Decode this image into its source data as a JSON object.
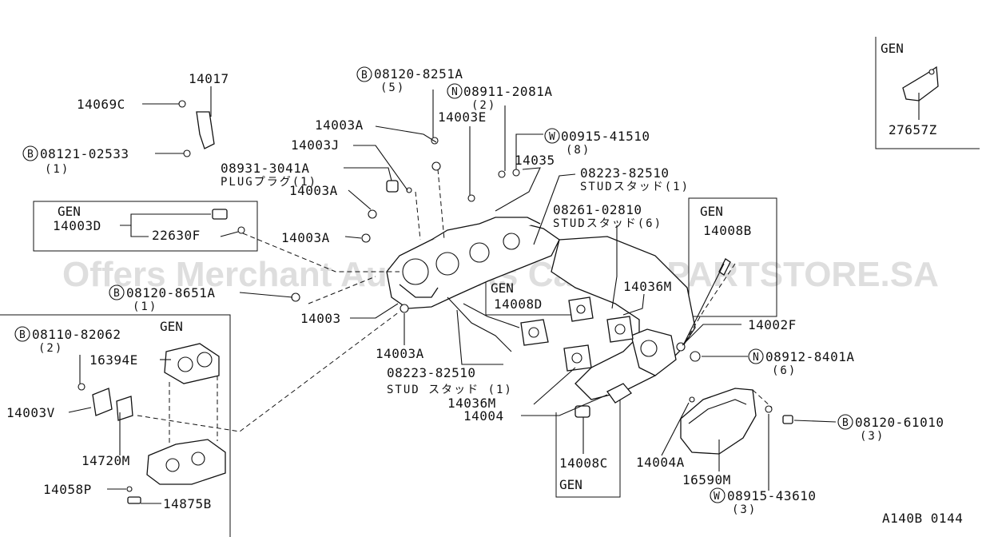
{
  "watermark": "Offers Merchant Auto Parts Catalog PARTSTORE.SA",
  "figure_code": "A140B 0144",
  "gen_label": "GEN",
  "callouts": {
    "c14017": "14017",
    "c14069C": "14069C",
    "c08121_02533": "08121-02533",
    "q08121_02533": "(1)",
    "c14003A_1": "14003A",
    "c14003J": "14003J",
    "c08931_3041A": "08931-3041A",
    "plug": "PLUGプラグ(1)",
    "c08120_8251A": "08120-8251A",
    "q08120_8251A": "(5)",
    "c08911_2081A": "08911-2081A",
    "q08911_2081A": "(2)",
    "c14003E": "14003E",
    "c00915_41510": "00915-41510",
    "q00915_41510": "(8)",
    "c14035": "14035",
    "c08223_82510_a": "08223-82510",
    "stud_a": "STUDスタッド(1)",
    "c08261_02810": "08261-02810",
    "stud_b": "STUDスタッド(6)",
    "c14003D": "14003D",
    "c22630F": "22630F",
    "c14003A_2": "14003A",
    "c14003A_3": "14003A",
    "c14008B": "14008B",
    "c08120_8651A": "08120-8651A",
    "q08120_8651A": "(1)",
    "c14003": "14003",
    "c14008D": "14008D",
    "c14036M_1": "14036M",
    "c14002F": "14002F",
    "c08110_82062": "08110-82062",
    "q08110_82062": "(2)",
    "c16394E": "16394E",
    "c14003A_4": "14003A",
    "c08912_8401A": "08912-8401A",
    "q08912_8401A": "(6)",
    "c08223_82510_b": "08223-82510",
    "stud_c": "STUD スタッド (1)",
    "c14036M_2": "14036M",
    "c14004": "14004",
    "c14003V": "14003V",
    "c08120_61010": "08120-61010",
    "q08120_61010": "(3)",
    "c14720M": "14720M",
    "c14008C": "14008C",
    "c14004A": "14004A",
    "c16590M": "16590M",
    "c14058P": "14058P",
    "c14875B": "14875B",
    "c08915_43610": "08915-43610",
    "q08915_43610": "(3)",
    "c27657Z": "27657Z"
  },
  "prefix": {
    "B": "B",
    "N": "N",
    "W": "W"
  }
}
